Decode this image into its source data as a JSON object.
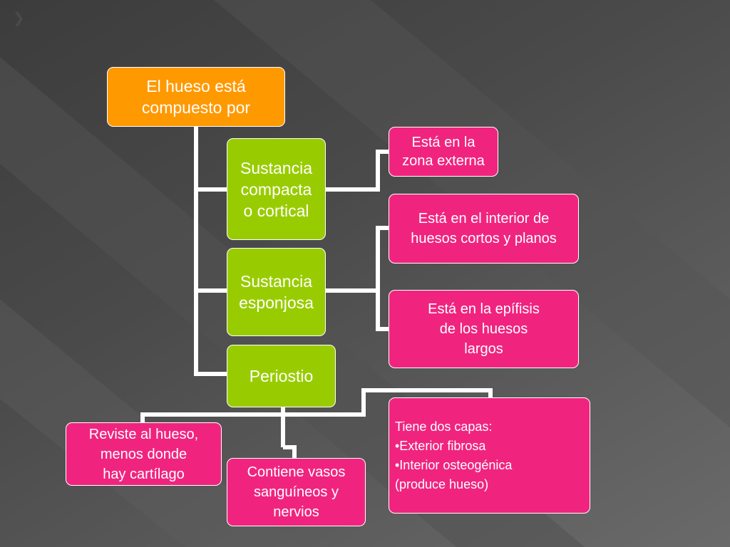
{
  "slide": {
    "root": "El hueso está\ncompuesto por",
    "compacta": "Sustancia\ncompacta\no cortical",
    "esponjosa": "Sustancia\nesponjosa",
    "periostio": "Periostio",
    "compacta_desc": "Está en la\nzona externa",
    "esponjosa_desc_1": "Está en el interior de\nhuesos cortos y planos",
    "esponjosa_desc_2": "Está en la epífisis\nde los huesos\nlargos",
    "periostio_desc_1": "Reviste al hueso,\nmenos donde\nhay cartílago",
    "periostio_desc_2": "Contiene vasos\nsanguíneos y\nnervios",
    "periostio_capas": "Tiene dos capas:\n•Exterior fibrosa\n•Interior osteogénica\n(produce hueso)"
  },
  "colors": {
    "root": "#ff9900",
    "branch": "#99cc00",
    "leaf": "#f0247f",
    "connector": "#ffffff"
  },
  "icons": {
    "bullet": "chevron-right-icon"
  }
}
